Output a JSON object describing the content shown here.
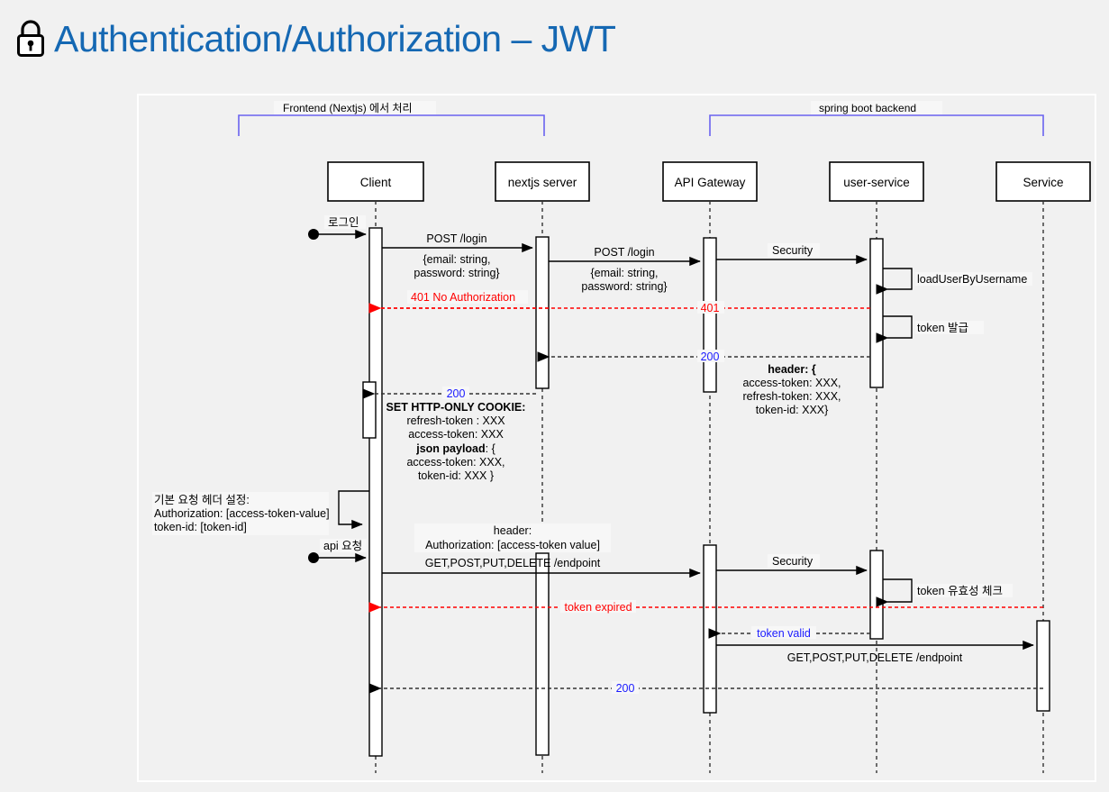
{
  "page": {
    "title": "Authentication/Authorization – JWT",
    "title_color": "#1568b3",
    "lock_icon": "lock-icon",
    "background": "#f1f1f1"
  },
  "diagram": {
    "type": "sequence-diagram",
    "groups": [
      {
        "label": "Frontend (Nextjs) 에서 처리",
        "color": "#6a63f0",
        "spans": [
          "Client",
          "nextjs server"
        ]
      },
      {
        "label": "spring boot backend",
        "color": "#6a63f0",
        "spans": [
          "API Gateway",
          "Service"
        ]
      }
    ],
    "participants": [
      {
        "name": "Client"
      },
      {
        "name": "nextjs server"
      },
      {
        "name": "API Gateway"
      },
      {
        "name": "user-service"
      },
      {
        "name": "Service"
      }
    ],
    "messages": [
      {
        "id": "m1",
        "from": "actor",
        "to": "Client",
        "label": "로그인",
        "style": "solid",
        "color": "#000000"
      },
      {
        "id": "m2",
        "from": "Client",
        "to": "nextjs server",
        "label": "POST /login",
        "style": "solid",
        "color": "#000000"
      },
      {
        "id": "m2b",
        "from": "Client",
        "to": "nextjs server",
        "label": "{email: string,\npassword: string}",
        "style": "note",
        "color": "#000000"
      },
      {
        "id": "m3",
        "from": "nextjs server",
        "to": "API Gateway",
        "label": "POST /login",
        "style": "solid",
        "color": "#000000"
      },
      {
        "id": "m3b",
        "from": "nextjs server",
        "to": "API Gateway",
        "label": "{email: string,\npassword: string}",
        "style": "note",
        "color": "#000000"
      },
      {
        "id": "m4",
        "from": "API Gateway",
        "to": "user-service",
        "label": "Security",
        "style": "solid",
        "color": "#000000"
      },
      {
        "id": "m5",
        "from": "user-service",
        "to": "user-service",
        "label": "loadUserByUsername",
        "style": "self",
        "color": "#000000"
      },
      {
        "id": "m6",
        "from": "user-service",
        "to": "Client",
        "label": "401",
        "style": "dashed",
        "color": "#ff0000"
      },
      {
        "id": "m6b",
        "from": "API Gateway",
        "to": "Client",
        "label": "401 No Authorization",
        "style": "label",
        "color": "#ff0000"
      },
      {
        "id": "m7",
        "from": "user-service",
        "to": "user-service",
        "label": "token 발급",
        "style": "self",
        "color": "#000000"
      },
      {
        "id": "m8",
        "from": "user-service",
        "to": "nextjs server",
        "label": "200",
        "style": "dashed",
        "color": "#1a1aff"
      },
      {
        "id": "m8b",
        "from": "user-service",
        "to": "nextjs server",
        "label": "header: {\naccess-token: XXX,\nrefresh-token: XXX,\ntoken-id: XXX}",
        "style": "note",
        "color": "#000000"
      },
      {
        "id": "m9",
        "from": "nextjs server",
        "to": "Client",
        "label": "200",
        "style": "dashed",
        "color": "#1a1aff"
      },
      {
        "id": "m9b",
        "from": "nextjs server",
        "to": "Client",
        "label": "SET HTTP-ONLY COOKIE:\nrefresh-token : XXX\naccess-token: XXX\njson payload: {\naccess-token: XXX,\ntoken-id: XXX }",
        "style": "note",
        "color": "#000000"
      },
      {
        "id": "m10",
        "from": "Client",
        "to": "Client",
        "label": "기본 요청 헤더 설정:\nAuthorization:  [access-token-value]\ntoken-id: [token-id]",
        "style": "self",
        "color": "#000000"
      },
      {
        "id": "m11",
        "from": "actor",
        "to": "Client",
        "label": "api 요청",
        "style": "solid",
        "color": "#000000"
      },
      {
        "id": "m12",
        "from": "Client",
        "to": "API Gateway",
        "label": "GET,POST,PUT,DELETE /endpoint",
        "style": "solid",
        "color": "#000000"
      },
      {
        "id": "m12b",
        "from": "Client",
        "to": "API Gateway",
        "label": "header:\nAuthorization: [access-token value]",
        "style": "note",
        "color": "#000000"
      },
      {
        "id": "m13",
        "from": "API Gateway",
        "to": "user-service",
        "label": "Security",
        "style": "solid",
        "color": "#000000"
      },
      {
        "id": "m14",
        "from": "user-service",
        "to": "user-service",
        "label": "token 유효성 체크",
        "style": "self",
        "color": "#000000"
      },
      {
        "id": "m15",
        "from": "user-service",
        "to": "Client",
        "label": "token expired",
        "style": "dashed",
        "color": "#ff0000"
      },
      {
        "id": "m16",
        "from": "user-service",
        "to": "API Gateway",
        "label": "token valid",
        "style": "dashed",
        "color": "#1a1aff"
      },
      {
        "id": "m17",
        "from": "API Gateway",
        "to": "Service",
        "label": "GET,POST,PUT,DELETE /endpoint",
        "style": "solid",
        "color": "#000000"
      },
      {
        "id": "m18",
        "from": "Service",
        "to": "Client",
        "label": "200",
        "style": "dashed",
        "color": "#1a1aff"
      }
    ],
    "labels": {
      "login": "로그인",
      "api_request": "api 요청",
      "post_login": "POST /login",
      "credentials_line1": "{email: string,",
      "credentials_line2": "password: string}",
      "security": "Security",
      "load_user": "loadUserByUsername",
      "token_issue": "token 발급",
      "code_401": "401",
      "code_401_full": "401 No Authorization",
      "code_200": "200",
      "header_open": "header: {",
      "access_token": "access-token: XXX,",
      "refresh_token": "refresh-token: XXX,",
      "token_id_close": "token-id: XXX}",
      "set_cookie": "SET HTTP-ONLY COOKIE:",
      "cookie_refresh": "refresh-token : XXX",
      "cookie_access": "access-token: XXX",
      "json_payload": "json payload",
      "json_payload_colon": ": {",
      "payload_access": "access-token: XXX,",
      "payload_tokenid": "token-id: XXX }",
      "note_header_cfg": "기본 요청 헤더 설정:",
      "note_authorization": "Authorization:  [access-token-value]",
      "note_tokenid": "token-id: [token-id]",
      "header_word": "header:",
      "authorization_value": "Authorization: [access-token value]",
      "endpoint_methods": "GET,POST,PUT,DELETE /endpoint",
      "token_check": "token 유효성 체크",
      "token_expired": "token expired",
      "token_valid": "token valid"
    }
  }
}
